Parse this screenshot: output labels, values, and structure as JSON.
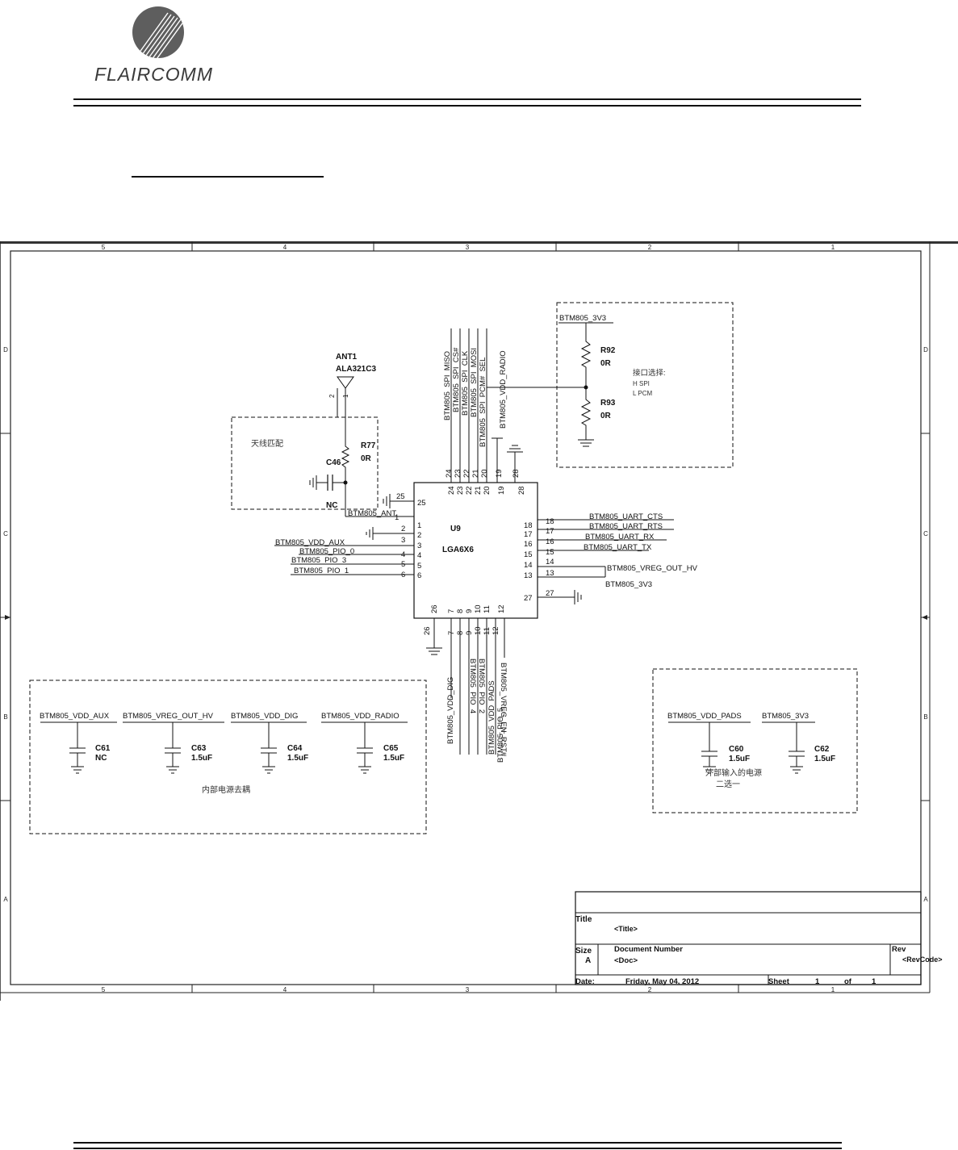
{
  "header": {
    "brand": "FLAIRCOMM"
  },
  "frame": {
    "col_labels": [
      "5",
      "4",
      "3",
      "2",
      "1"
    ],
    "row_labels": [
      "D",
      "C",
      "B",
      "A"
    ]
  },
  "antenna": {
    "ref": "ANT1",
    "part": "ALA321C3",
    "pin2": "2",
    "pin1": "1"
  },
  "match_box": {
    "label": "天线匹配",
    "r77_ref": "R77",
    "r77_val": "0R",
    "c46_ref": "C46",
    "c46_val": "NC"
  },
  "chip": {
    "ref": "U9",
    "package": "LGA6X6",
    "ant_net": "BTM805_ANT",
    "left_pins": [
      "25",
      "1",
      "2",
      "3",
      "4",
      "5",
      "6"
    ],
    "top_pins": [
      "24",
      "23",
      "22",
      "21",
      "20",
      "19",
      "28"
    ],
    "right_pins": [
      "18",
      "17",
      "16",
      "15",
      "14",
      "13",
      "27"
    ],
    "bottom_pins": [
      "26",
      "7",
      "8",
      "9",
      "10",
      "11",
      "12"
    ],
    "ext_left_pins": [
      "1",
      "2",
      "3",
      "4",
      "5",
      "6"
    ],
    "ext_top_pins": [
      "24",
      "23",
      "22",
      "21",
      "20",
      "19",
      "28"
    ],
    "ext_right_pins": [
      "18",
      "17",
      "16",
      "15",
      "14",
      "13",
      "27"
    ],
    "ext_bottom_pins": [
      "26",
      "7",
      "8",
      "9",
      "10",
      "11",
      "12"
    ],
    "ext_pin25": "25"
  },
  "nets": {
    "top": [
      "BTM805_SPI_MISO",
      "BTM805_SPI_CS#",
      "BTM805_SPI_CLK",
      "BTM805_SPI_MOSI",
      "BTM805_SPI_PCM#_SEL",
      "BTM805_VDD_RADIO"
    ],
    "left": [
      "BTM805_VDD_AUX",
      "BTM805_PIO_0",
      "BTM805_PIO_3",
      "BTM805_PIO_1"
    ],
    "right": [
      "BTM805_UART_CTS",
      "BTM805_UART_RTS",
      "BTM805_UART_RX",
      "BTM805_UART_TX",
      "BTM805_VREG_OUT_HV",
      "BTM805_3V3"
    ],
    "bottom": [
      "BTM805_VDD_DIG",
      "BTM805_PIO_4",
      "BTM805_PIO_2",
      "BTM805_VDD_PADS",
      "BTM805_PIO_5",
      "BTM805_VREG_EN_RST#"
    ]
  },
  "iface_box": {
    "supply": "BTM805_3V3",
    "r92_ref": "R92",
    "r92_val": "0R",
    "r93_ref": "R93",
    "r93_val": "0R",
    "note_title": "接口选择:",
    "note_h": "H  SPI",
    "note_l": "L  PCM"
  },
  "decoup_box": {
    "label": "内部电源去耦",
    "caps": [
      {
        "net": "BTM805_VDD_AUX",
        "ref": "C61",
        "val": "NC"
      },
      {
        "net": "BTM805_VREG_OUT_HV",
        "ref": "C63",
        "val": "1.5uF"
      },
      {
        "net": "BTM805_VDD_DIG",
        "ref": "C64",
        "val": "1.5uF"
      },
      {
        "net": "BTM805_VDD_RADIO",
        "ref": "C65",
        "val": "1.5uF"
      }
    ]
  },
  "ext_box": {
    "label1": "外部输入的电源",
    "label2": "二选一",
    "caps": [
      {
        "net": "BTM805_VDD_PADS",
        "ref": "C60",
        "val": "1.5uF"
      },
      {
        "net": "BTM805_3V3",
        "ref": "C62",
        "val": "1.5uF"
      }
    ]
  },
  "title_block": {
    "title_label": "Title",
    "title_val": "<Title>",
    "size_label": "Size",
    "size_val": "A",
    "docnum_label": "Document Number",
    "docnum_val": "<Doc>",
    "rev_label": "Rev",
    "rev_val": "<RevCode>",
    "date_label": "Date:",
    "date_val": "Friday, May 04, 2012",
    "sheet_label": "Sheet",
    "sheet_num": "1",
    "of_label": "of",
    "sheet_total": "1"
  }
}
